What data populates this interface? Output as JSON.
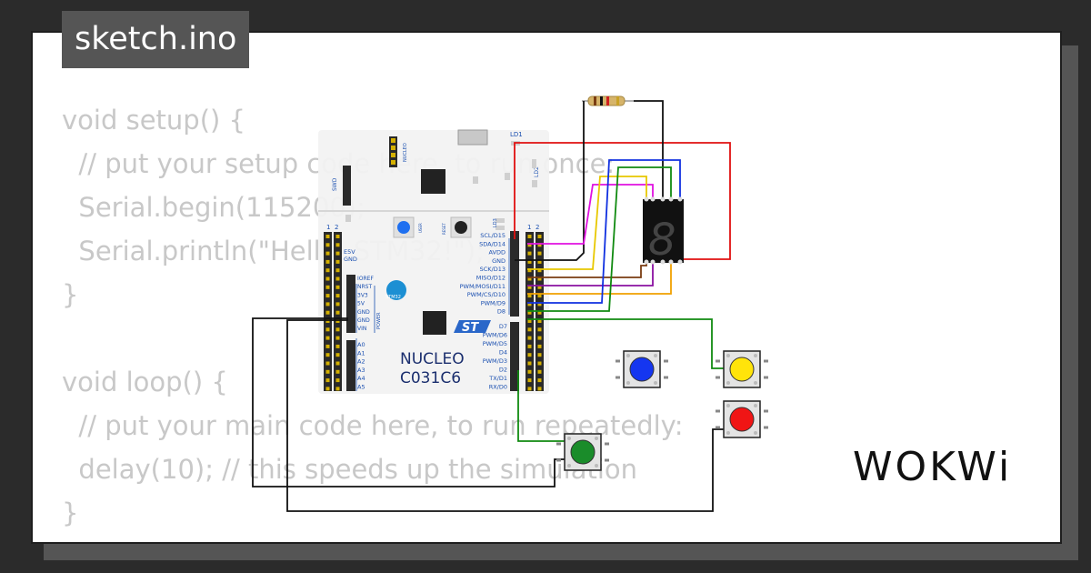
{
  "filename": "sketch.ino",
  "code_lines": [
    "void setup() {",
    "  // put your setup code here, to run once:",
    "  Serial.begin(115200);",
    "  Serial.println(\"Hello, STM32!\");",
    "}",
    "",
    "void loop() {",
    "  // put your main code here, to run repeatedly:",
    "  delay(10); // this speeds up the simulation",
    "}"
  ],
  "board": {
    "name_line1": "NUCLEO",
    "name_line2": "C031C6",
    "chip_label": "STM32",
    "swd_label": "SWD",
    "nucleo_label": "NUCLEO",
    "led1_label": "LD1",
    "led2_label": "LD2",
    "led3_label": "LD3",
    "user_label": "USER",
    "reset_label": "RESET",
    "left_pins": [
      "E5V",
      "GND",
      "IOREF",
      "NRST",
      "3V3",
      "5V",
      "GND",
      "GND",
      "VIN"
    ],
    "analog_pins": [
      "A0",
      "A1",
      "A2",
      "A3",
      "A4",
      "A5"
    ],
    "power_label": "POWER",
    "right_pins_top": [
      "SCL/D15",
      "SDA/D14",
      "AVDD",
      "GND",
      "SCK/D13",
      "MISO/D12",
      "PWM/MOSI/D11",
      "PWM/CS/D10",
      "PWM/D9",
      "D8"
    ],
    "right_pins_bottom": [
      "D7",
      "PWM/D6",
      "PWM/D5",
      "D4",
      "PWM/D3",
      "D2",
      "TX/D1",
      "RX/D0"
    ],
    "header_numbers": [
      "1",
      "2"
    ]
  },
  "display": {
    "digit": "8"
  },
  "buttons": [
    {
      "name": "blue",
      "color": "#1536f0"
    },
    {
      "name": "yellow",
      "color": "#ffe40a"
    },
    {
      "name": "red",
      "color": "#f01515"
    },
    {
      "name": "green",
      "color": "#1a8c2a"
    }
  ],
  "logo_text": "WOKWi"
}
